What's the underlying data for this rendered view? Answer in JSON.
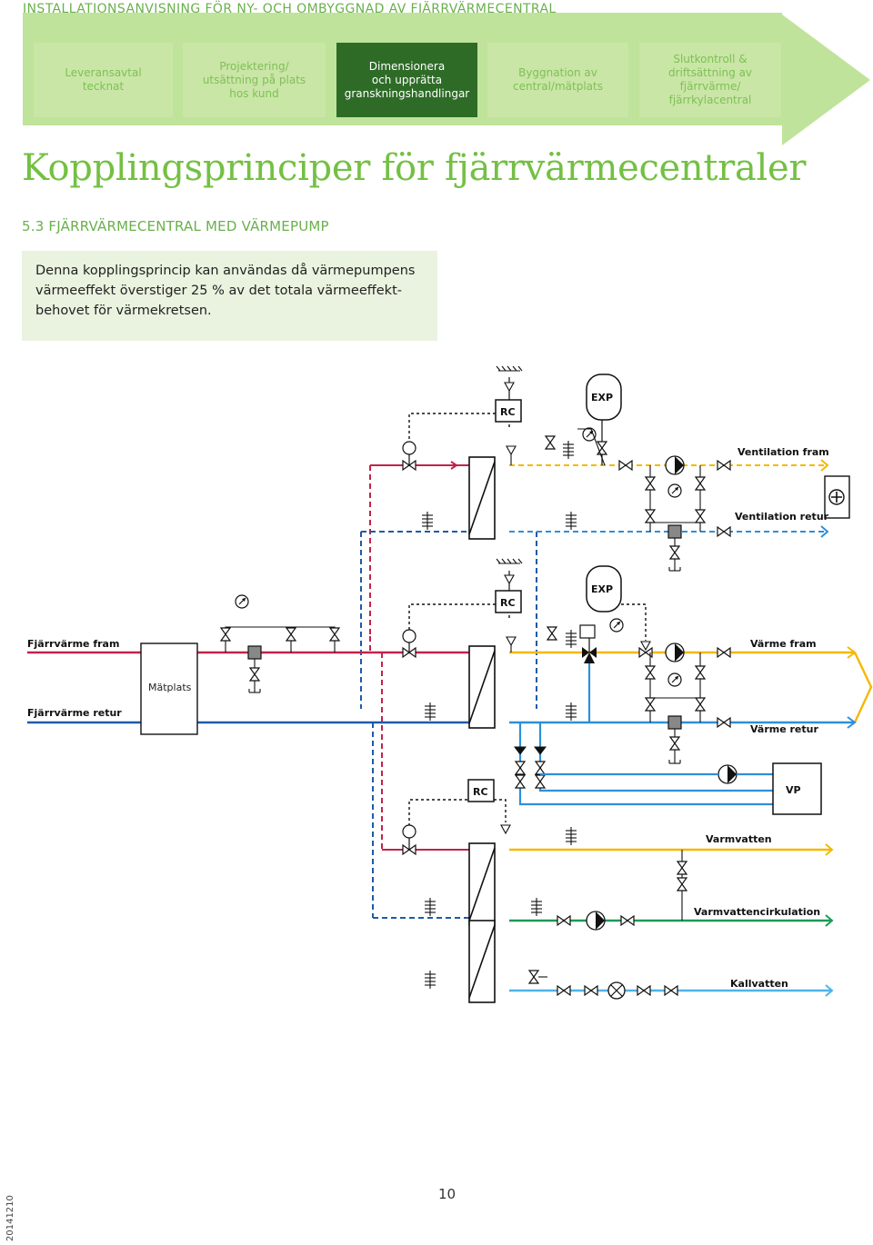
{
  "header": {
    "title": "INSTALLATIONSANVISNING FÖR NY- OCH OMBYGGNAD AV FJÄRRVÄRMECENTRAL"
  },
  "process_steps": [
    {
      "label": "Leveransavtal\ntecknat",
      "active": false
    },
    {
      "label": "Projektering/\nutsättning på plats\nhos kund",
      "active": false
    },
    {
      "label": "Dimensionera\noch upprätta\ngranskningshandlingar",
      "active": true
    },
    {
      "label": "Byggnation av\ncentral/mätplats",
      "active": false
    },
    {
      "label": "Slutkontroll &\ndriftsättning av\nfjärrvärme/\nfjärrkylacentral",
      "active": false
    }
  ],
  "page_title": "Kopplingsprinciper för fjärrvärmecentraler",
  "section_heading": "5.3 FJÄRRVÄRMECENTRAL MED VÄRMEPUMP",
  "intro_text": "Denna kopplingsprincip kan användas då värmepumpens värmeeffekt överstiger 25 % av det totala värmeeffekt-behovet för värmekretsen.",
  "diagram": {
    "labels": {
      "rc": "RC",
      "exp": "EXP",
      "vp": "VP",
      "ventilation_fram": "Ventilation fram",
      "ventilation_retur": "Ventilation retur",
      "fjarrvarme_fram": "Fjärrvärme fram",
      "fjarrvarme_retur": "Fjärrvärme retur",
      "matplats": "Mätplats",
      "varme_fram": "Värme fram",
      "varme_retur": "Värme retur",
      "varmvatten": "Varmvatten",
      "varmvattencirkulation": "Varmvattencirkulation",
      "kallvatten": "Kallvatten"
    },
    "colors": {
      "district_supply": "#c0244a",
      "district_return": "#1e5aa8",
      "heating_supply": "#f5b800",
      "heating_return": "#2f8fd8",
      "hot_water_circ": "#1f9a57",
      "cold_water": "#4fb3e8",
      "control": "#111111"
    }
  },
  "footer": {
    "page_number": "10",
    "doc_code": "20141210"
  },
  "banner_colors": {
    "arrow": "#bfe39a",
    "active": "#2e6b27",
    "inactive": "#c9e6a6",
    "accent": "#74c043"
  }
}
